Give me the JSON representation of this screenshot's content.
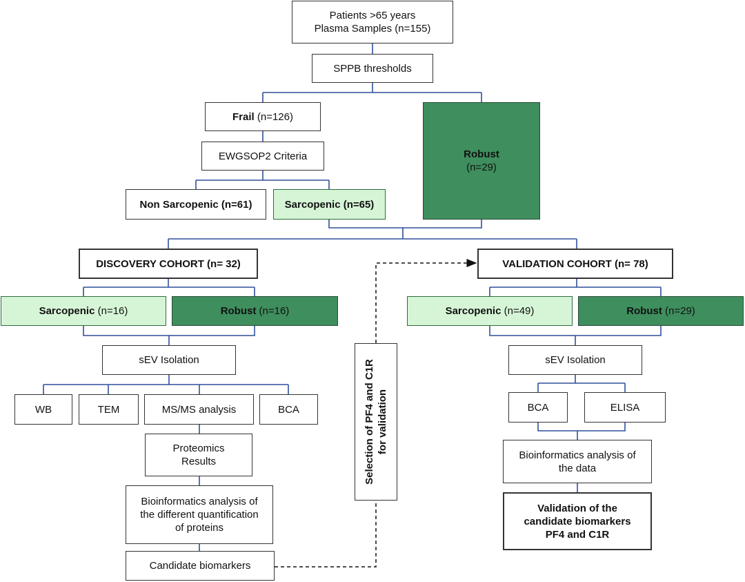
{
  "top": {
    "line1": "Patients >65 years",
    "line2": "Plasma Samples (n=155)"
  },
  "sppb": "SPPB thresholds",
  "frail": {
    "label": "Frail",
    "n": " (n=126)"
  },
  "ewgsop": "EWGSOP2 Criteria",
  "non_sarcopenic": "Non Sarcopenic (n=61)",
  "sarcopenic": "Sarcopenic (n=65)",
  "robust_main": {
    "label": "Robust",
    "n": "(n=29)"
  },
  "discovery": {
    "title": "DISCOVERY COHORT (n= 32)",
    "sarcopenic": {
      "label": "Sarcopenic",
      "n": " (n=16)"
    },
    "robust": {
      "label": "Robust",
      "n": " (n=16)"
    },
    "isolation": "sEV Isolation",
    "methods": [
      "WB",
      "TEM",
      "MS/MS analysis",
      "BCA"
    ],
    "proteomics": {
      "line1": "Proteomics",
      "line2": "Results"
    },
    "bioinfo": {
      "line1": "Bioinformatics analysis of",
      "line2": "the different quantification",
      "line3": "of proteins"
    },
    "candidates": "Candidate biomarkers"
  },
  "selection": {
    "line1": "Selection of PF4 and C1R",
    "line2": "for validation"
  },
  "validation": {
    "title": "VALIDATION COHORT (n= 78)",
    "sarcopenic": {
      "label": "Sarcopenic",
      "n": " (n=49)"
    },
    "robust": {
      "label": "Robust",
      "n": " (n=29)"
    },
    "isolation": "sEV Isolation",
    "methods": [
      "BCA",
      "ELISA"
    ],
    "bioinfo": {
      "line1": "Bioinformatics analysis of",
      "line2": "the data"
    },
    "result": {
      "line1": "Validation of the",
      "line2": "candidate biomarkers",
      "line3": "PF4 and C1R"
    }
  },
  "colors": {
    "connector": "#2f4f9a",
    "light_green": "#d6f5d6",
    "dark_green": "#3f8e5e",
    "dashed": "#111111"
  }
}
